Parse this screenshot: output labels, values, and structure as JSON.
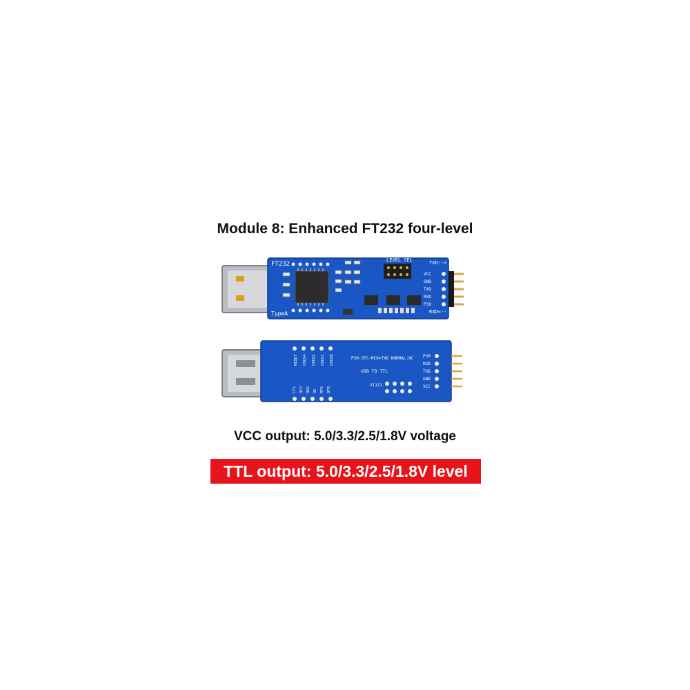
{
  "title": "Module 8: Enhanced FT232 four-level",
  "vcc_caption": "VCC output: 5.0/3.3/2.5/1.8V voltage",
  "ttl_caption": "TTL output: 5.0/3.3/2.5/1.8V level",
  "front_board": {
    "name_label": "FT232",
    "type_label": "TypeA",
    "level_sel_label": "LEVEL SEL",
    "pin_labels": [
      "VCC",
      "GND",
      "TXD",
      "RXD",
      "P30"
    ],
    "txd_arrow": "TXD-->",
    "rxd_arrow": "RXD<--"
  },
  "back_board": {
    "pad_labels_top": [
      "RESET",
      "CBUS4",
      "CBUS2",
      "CBUS1",
      "CBUS0"
    ],
    "pad_labels_bottom": [
      "CTS",
      "DCD",
      "DSR",
      "RI",
      "RTS",
      "DTR"
    ],
    "mode_text": "P30:STC-MCU=TXD NORMAL:NC",
    "usb_ttl_text": "USB TO TTL",
    "version_text": "V1111",
    "pin_labels": [
      "P30",
      "RXD",
      "TXD",
      "GND",
      "VCC"
    ]
  },
  "colors": {
    "pcb": "#1a56c4",
    "banner": "#e8141c"
  }
}
